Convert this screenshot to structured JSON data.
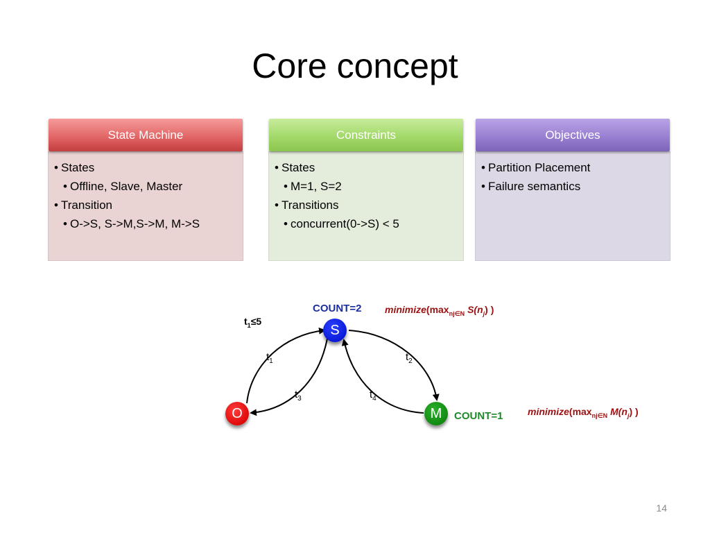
{
  "title": "Core concept",
  "cards": {
    "state_machine": {
      "header": "State Machine",
      "lines": [
        {
          "text": "States",
          "level": 1
        },
        {
          "text": "Offline, Slave, Master",
          "level": 2
        },
        {
          "text": "Transition",
          "level": 1
        },
        {
          "text": "O->S, S->M,S->M, M->S",
          "level": 2
        }
      ]
    },
    "constraints": {
      "header": "Constraints",
      "lines": [
        {
          "text": "States",
          "level": 1
        },
        {
          "text": "M=1, S=2",
          "level": 2
        },
        {
          "text": "Transitions",
          "level": 1
        },
        {
          "text": "concurrent(0->S) < 5",
          "level": 2
        }
      ]
    },
    "objectives": {
      "header": "Objectives",
      "lines": [
        {
          "text": "Partition Placement",
          "level": 1
        },
        {
          "text": "Failure semantics",
          "level": 1
        }
      ]
    }
  },
  "bullet": "•",
  "diagram": {
    "nodes": {
      "s": "S",
      "o": "O",
      "m": "M"
    },
    "count_s": "COUNT=2",
    "count_m": "COUNT=1",
    "constraint": {
      "base": "t",
      "sub": "1",
      "rest": "≤5"
    },
    "transitions": {
      "t1": {
        "base": "t",
        "sub": "1"
      },
      "t2": {
        "base": "t",
        "sub": "2"
      },
      "t3": {
        "base": "t",
        "sub": "3"
      },
      "t4": {
        "base": "t",
        "sub": "4"
      }
    },
    "objective_s": {
      "minimize": "minimize",
      "open": "(max",
      "sub": "nj∈N",
      "fn": "S(n",
      "fn_sub": "j",
      "close": ") )"
    },
    "objective_m": {
      "minimize": "minimize",
      "open": "(max",
      "sub": "nj∈N",
      "fn": "M(n",
      "fn_sub": "j",
      "close": ") )"
    },
    "colors": {
      "slave": "#0a1bd8",
      "offline": "#e00a0a",
      "master": "#128a12",
      "formula": "#9b1010"
    }
  },
  "page_number": "14"
}
